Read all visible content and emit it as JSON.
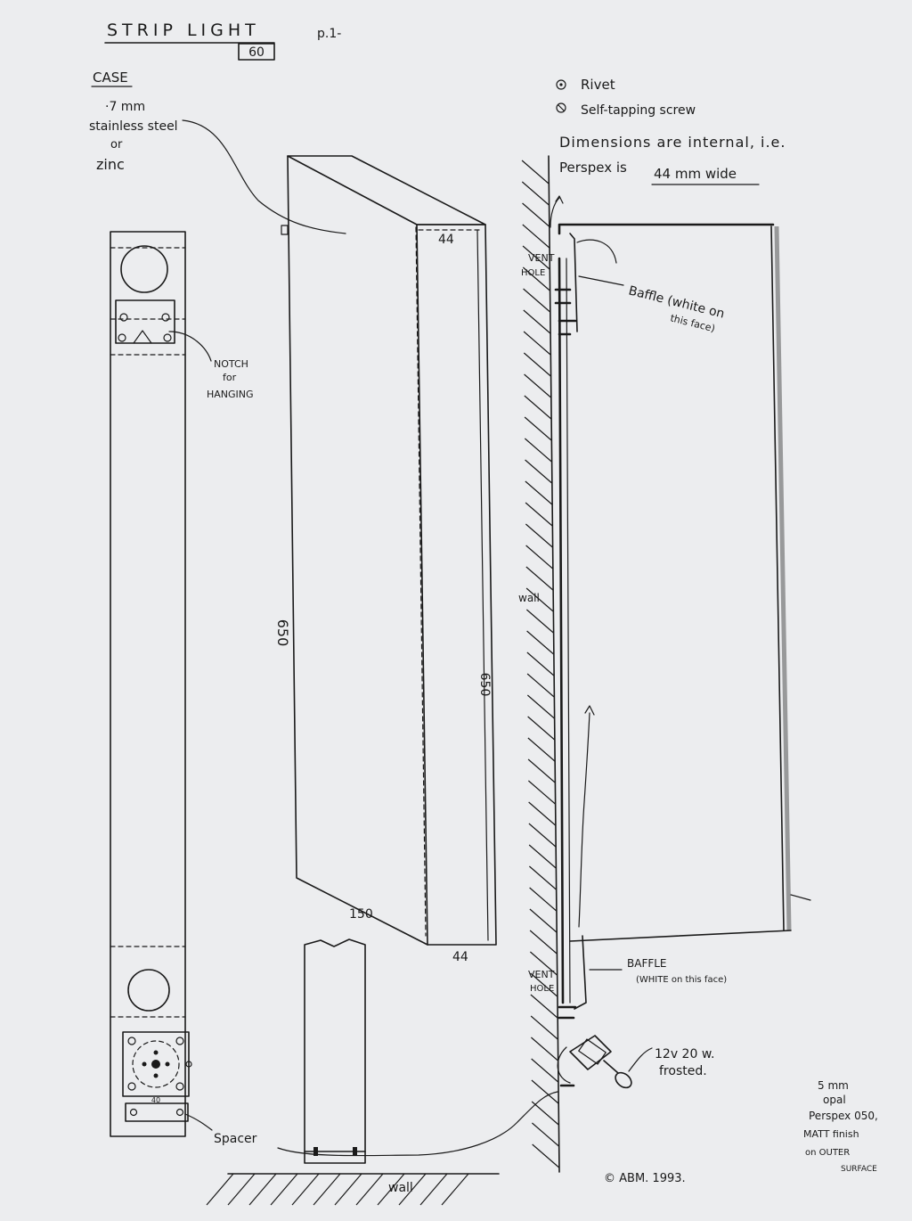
{
  "title": {
    "text": "STRIP  LIGHT",
    "page": "p.1-",
    "number": "60"
  },
  "case_note": {
    "heading": "CASE",
    "line1": "·7 mm",
    "line2": "stainless steel",
    "line3": "or",
    "line4": "zinc"
  },
  "legend": {
    "rivet": "Rivet",
    "screw": "Self-tapping screw"
  },
  "dimensions_note": {
    "line1": "Dimensions are internal, i.e.",
    "line2_prefix": "Perspex is",
    "line2_value": "44 mm wide"
  },
  "front_view": {
    "notch_line1": "NOTCH",
    "notch_line2": "for",
    "notch_line3": "HANGING",
    "plate_label": "40",
    "spacer": "Spacer"
  },
  "box_view": {
    "dim_top": "44",
    "dim_height_left": "650",
    "dim_height_right": "650",
    "dim_bottom_depth": "150",
    "dim_bottom_width": "44",
    "wall": "wall"
  },
  "section_view": {
    "vent_top_line1": "VENT",
    "vent_top_line2": "HOLE",
    "baffle_top_line1": "Baffle (white on",
    "baffle_top_line2": "this face)",
    "wall": "wall",
    "vent_bottom_line1": "VENT",
    "vent_bottom_line2": "HOLE",
    "baffle_bottom_line1": "BAFFLE",
    "baffle_bottom_line2": "(WHITE on this face)",
    "lamp_line1": "12v  20 w.",
    "lamp_line2": "frosted.",
    "perspex_line1": "5 mm",
    "perspex_line2": "opal",
    "perspex_line3": "Perspex 050,",
    "perspex_line4": "MATT finish",
    "perspex_line5": "on  OUTER",
    "perspex_line6": "SURFACE"
  },
  "copyright": "© ABM. 1993."
}
